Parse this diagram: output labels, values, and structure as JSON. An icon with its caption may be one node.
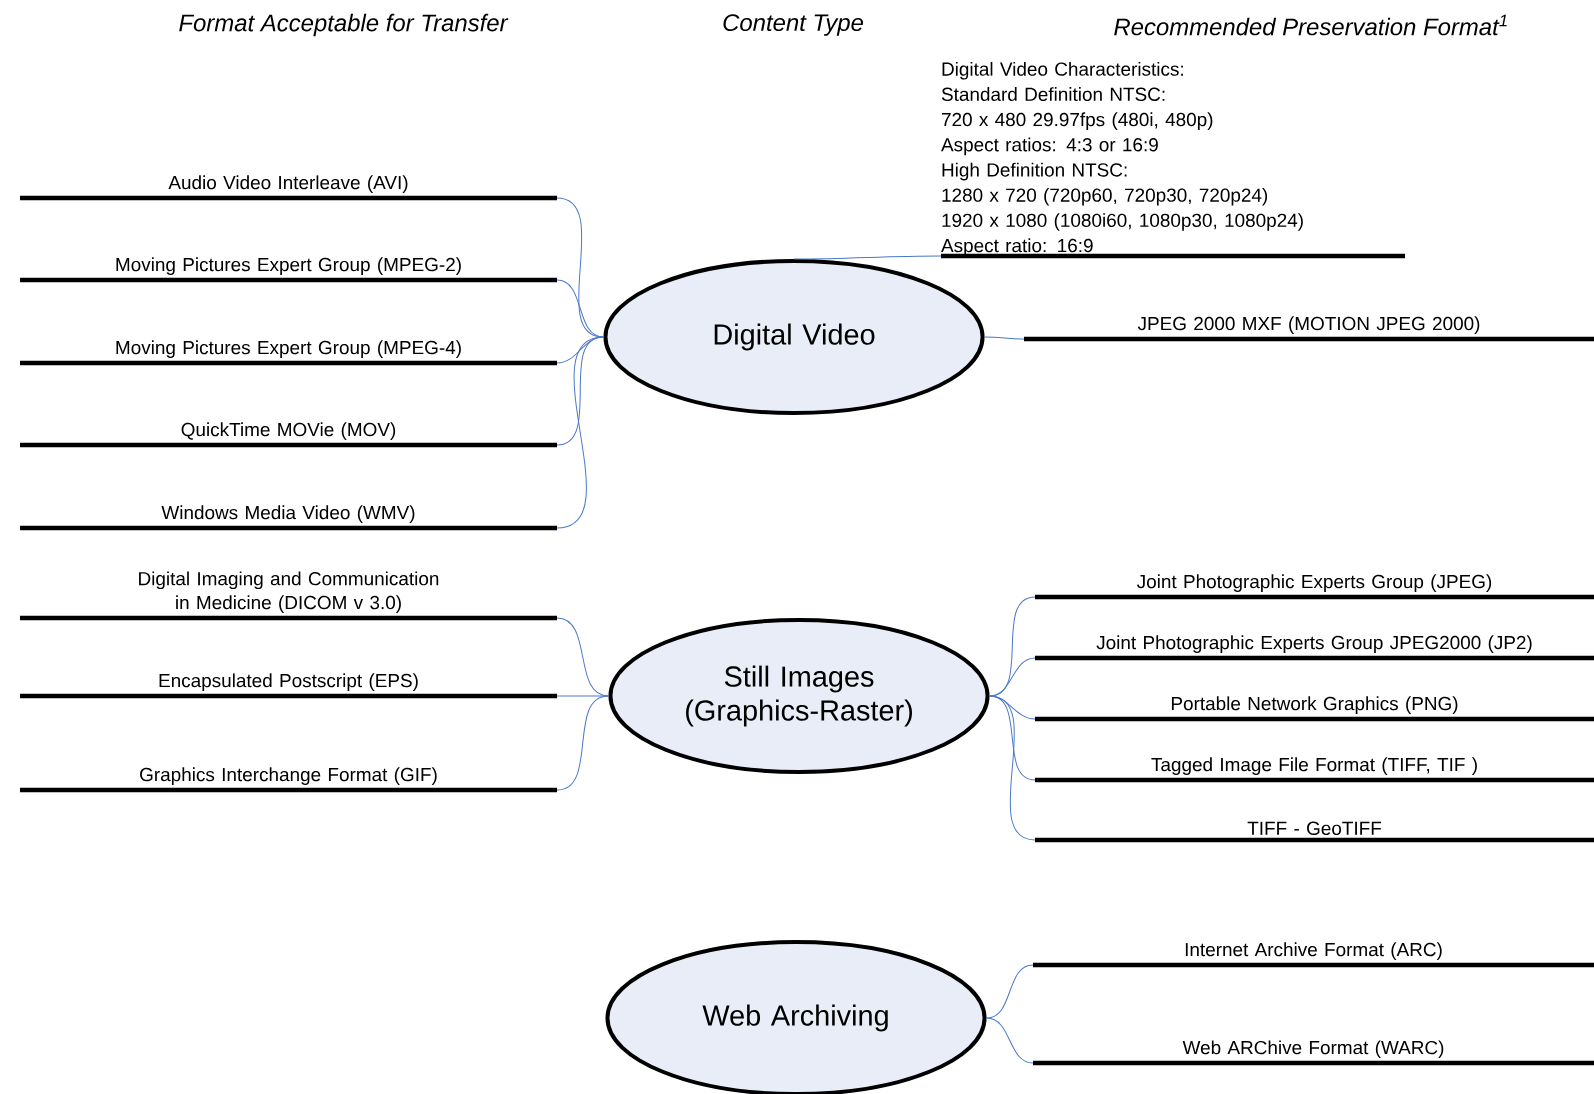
{
  "diagram": {
    "nodes": [
      {
        "text": [
          "Digital Video"
        ]
      },
      {
        "text": [
          "Audio Video Interleave (AVI)"
        ]
      },
      {
        "text": [
          "Moving Pictures Expert Group (MPEG-2)"
        ]
      },
      {
        "text": [
          "Moving Pictures Expert Group (MPEG-4)"
        ]
      },
      {
        "text": [
          "QuickTime MOVie (MOV)"
        ]
      },
      {
        "text": [
          "Windows Media Video (WMV)"
        ]
      },
      {
        "text": [
          "Digital Video Characteristics:",
          "Standard Definition NTSC:",
          "720 x 480 29.97fps  (480i, 480p)",
          "Aspect ratios:  4:3 or 16:9",
          "High Definition NTSC:",
          "1280 x 720 (720p60, 720p30, 720p24)",
          "1920 x 1080 (1080i60, 1080p30, 1080p24)",
          "Aspect ratio:  16:9"
        ]
      },
      {
        "text": [
          "JPEG 2000 MXF (MOTION JPEG 2000)"
        ]
      },
      {
        "text": [
          "Still Images (Graphics-Raster)"
        ]
      },
      {
        "text": [
          "Digital Imaging and Communication in Medicine (DICOM v 3.0)"
        ]
      },
      {
        "text": [
          "Encapsulated Postscript (EPS)"
        ]
      },
      {
        "text": [
          "Graphics Interchange Format (GIF)"
        ]
      },
      {
        "text": [
          "Joint Photographic Experts Group (JPEG)"
        ]
      },
      {
        "text": [
          "Joint Photographic Experts Group JPEG2000 (JP2)"
        ]
      },
      {
        "text": [
          "Portable Network Graphics (PNG)"
        ]
      },
      {
        "text": [
          "Tagged Image File Format (TIFF, TIF )"
        ]
      },
      {
        "text": [
          "TIFF - GeoTIFF"
        ]
      },
      {
        "text": [
          "Web Archiving"
        ]
      },
      {
        "text": [
          "Internet Archive Format (ARC)"
        ]
      },
      {
        "text": [
          "Web ARChive Format (WARC)"
        ]
      }
    ],
    "edges": [
      {
        "from": 0,
        "to": 1,
        "arrow": "none"
      },
      {
        "from": 0,
        "to": 2,
        "arrow": "none"
      },
      {
        "from": 0,
        "to": 3,
        "arrow": "none"
      },
      {
        "from": 0,
        "to": 4,
        "arrow": "none"
      },
      {
        "from": 0,
        "to": 5,
        "arrow": "none"
      },
      {
        "from": 0,
        "to": 6,
        "arrow": "none"
      },
      {
        "from": 0,
        "to": 7,
        "arrow": "none"
      },
      {
        "from": 8,
        "to": 9,
        "arrow": "none"
      },
      {
        "from": 8,
        "to": 10,
        "arrow": "none"
      },
      {
        "from": 8,
        "to": 11,
        "arrow": "none"
      },
      {
        "from": 8,
        "to": 12,
        "arrow": "none"
      },
      {
        "from": 8,
        "to": 13,
        "arrow": "none"
      },
      {
        "from": 8,
        "to": 14,
        "arrow": "none"
      },
      {
        "from": 8,
        "to": 15,
        "arrow": "none"
      },
      {
        "from": 8,
        "to": 16,
        "arrow": "none"
      },
      {
        "from": 17,
        "to": 18,
        "arrow": "none"
      },
      {
        "from": 17,
        "to": 19,
        "arrow": "none"
      }
    ],
    "labels": [
      "Format Acceptable for Transfer",
      "Content Type",
      "Recommended Preservation Format$^{1}$"
    ]
  }
}
